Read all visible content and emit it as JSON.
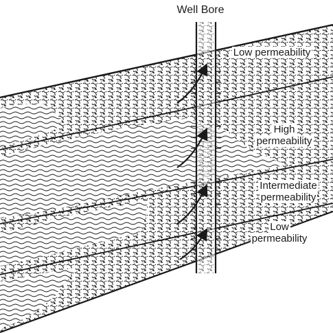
{
  "title": "Well Bore",
  "layers": [
    {
      "label_lines": [
        "Low permeability"
      ]
    },
    {
      "label_lines": [
        "High",
        "permeability"
      ]
    },
    {
      "label_lines": [
        "Intermediate",
        "permeability"
      ]
    },
    {
      "label_lines": [
        "Low",
        "permeability"
      ]
    }
  ],
  "colors": {
    "ink": "#1a1a1a",
    "background": "#ffffff"
  }
}
